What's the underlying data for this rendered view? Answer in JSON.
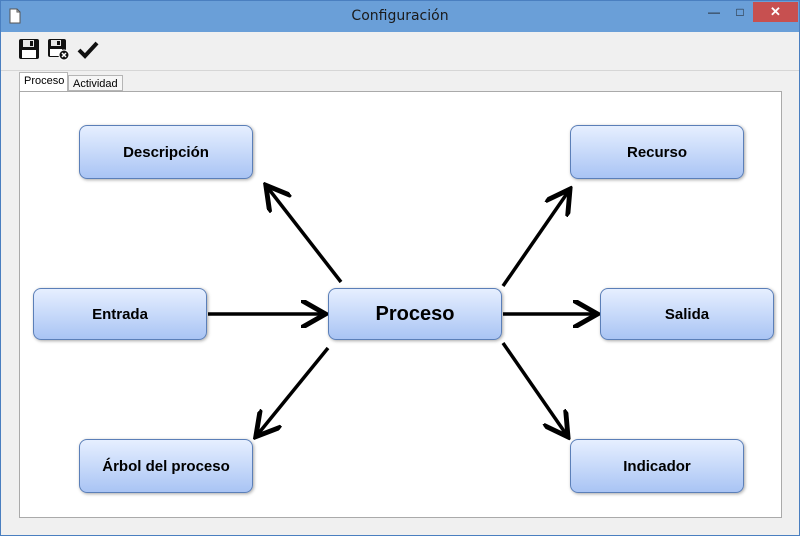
{
  "window": {
    "title": "Configuración",
    "controls": {
      "minimize": "—",
      "maximize": "□",
      "close": "✕"
    }
  },
  "toolbar": {
    "items": [
      {
        "icon": "save-icon"
      },
      {
        "icon": "save-and-close-icon"
      },
      {
        "icon": "checkmark-icon"
      }
    ]
  },
  "tabs": [
    {
      "label": "Proceso",
      "active": true
    },
    {
      "label": "Actividad",
      "active": false
    }
  ],
  "diagram": {
    "center": "Proceso",
    "descripcion": "Descripción",
    "recurso": "Recurso",
    "entrada": "Entrada",
    "salida": "Salida",
    "arbol": "Árbol del proceso",
    "indicador": "Indicador"
  }
}
